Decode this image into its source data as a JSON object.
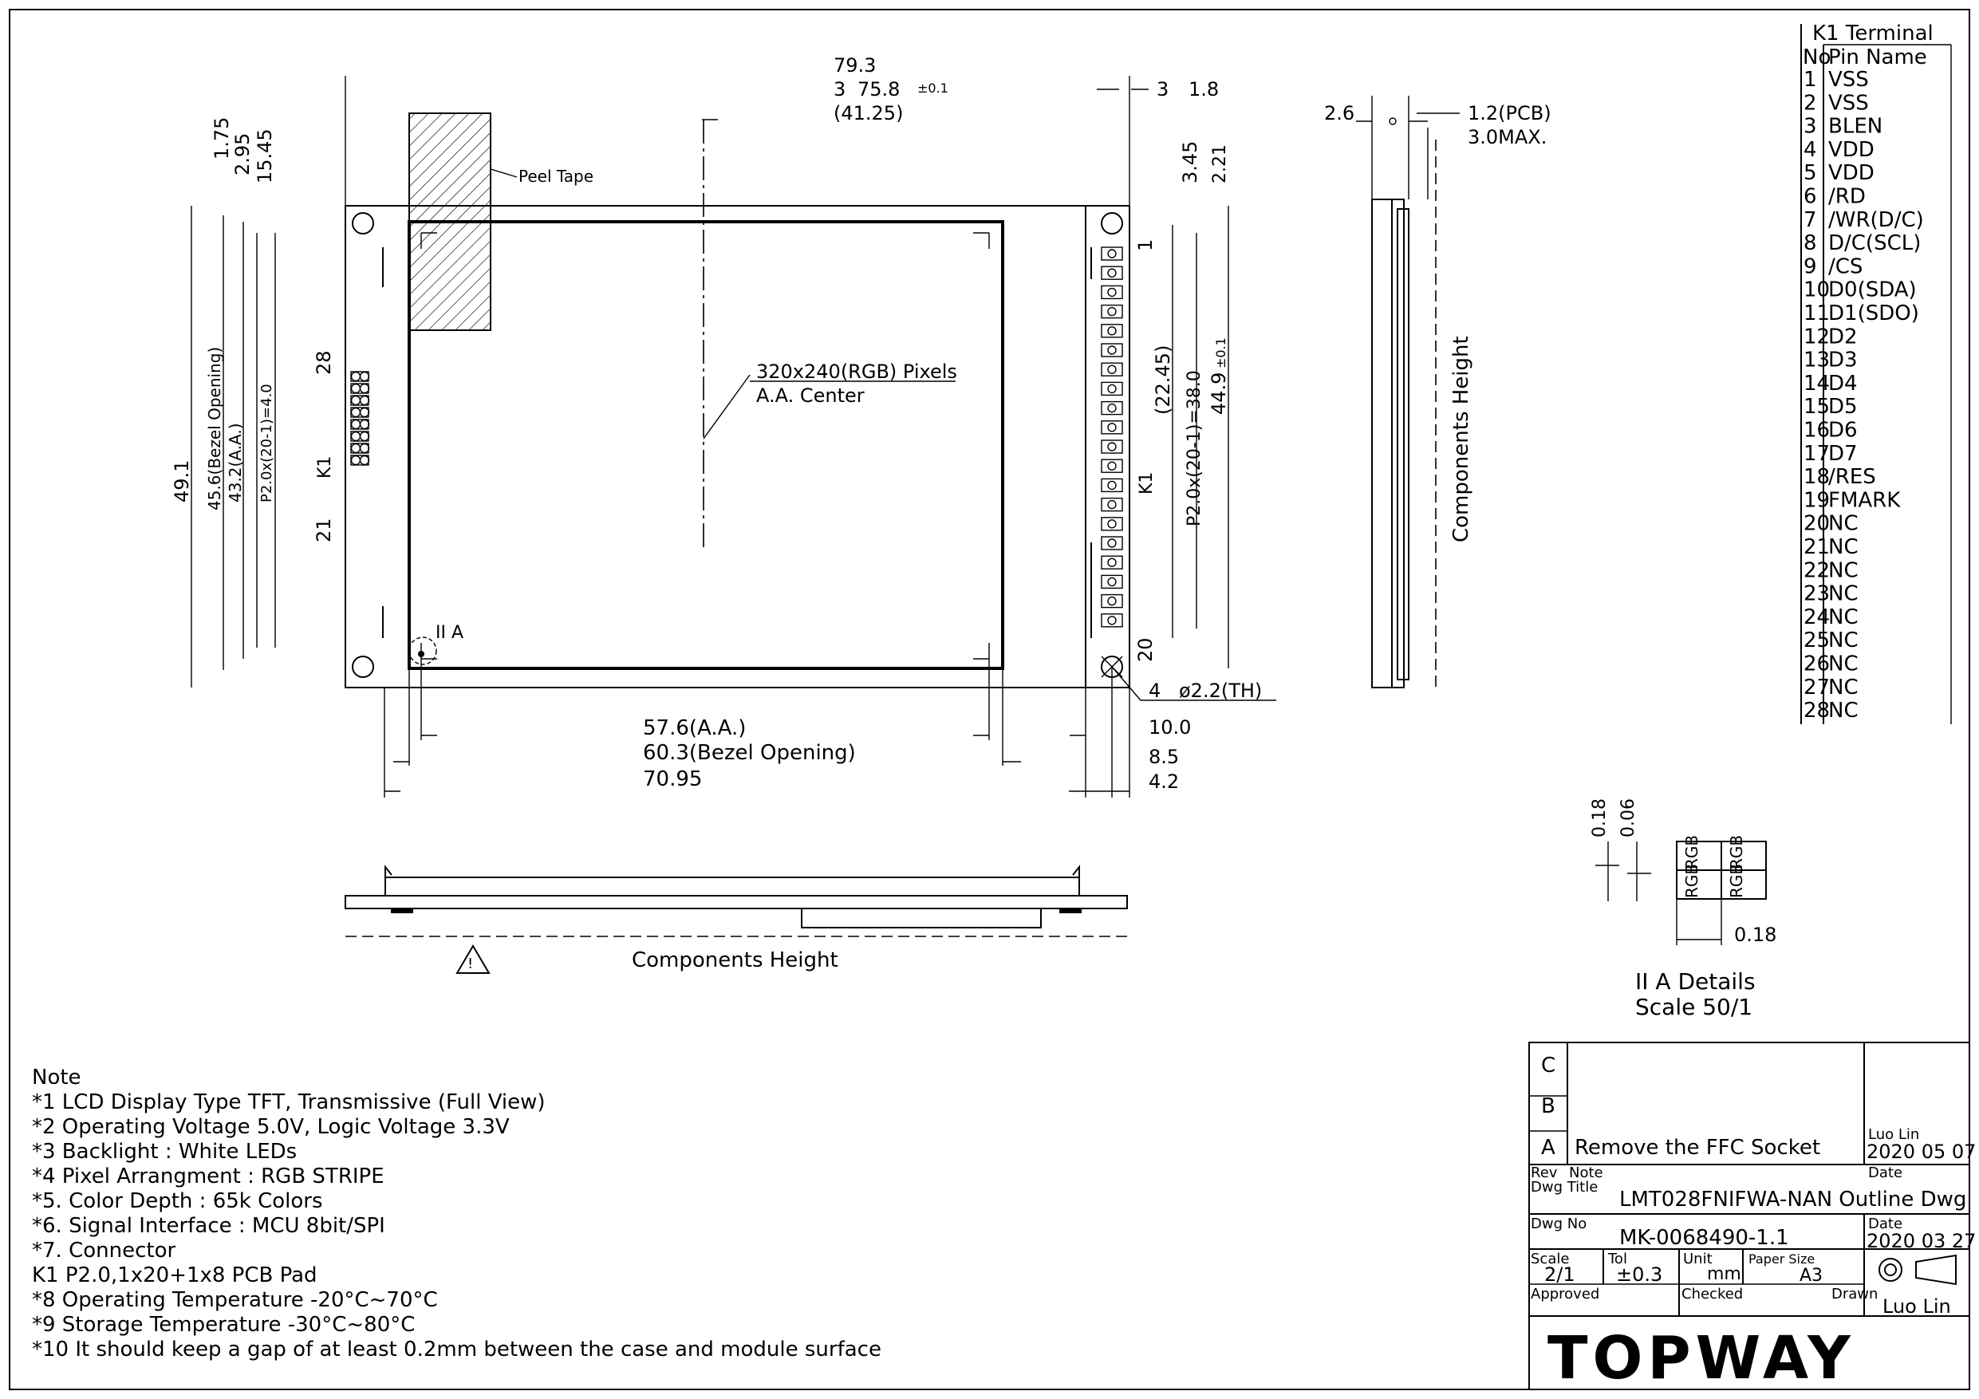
{
  "dims": {
    "d_79_3": "79.3",
    "d_3": "3",
    "d_75_8": "75.8",
    "d_75_8_tol": "±0.1",
    "d_41_25": "(41.25)",
    "d_3_r": "3",
    "d_1_8": "1.8",
    "d_1_75": "1.75",
    "d_2_95": "2.95",
    "d_15_45": "15.45",
    "d_49_1": "49.1",
    "d_45_6": "45.6(Bezel Opening)",
    "d_43_2": "43.2(A.A.)",
    "d_p20": "P2.0x(20-1)=4.0",
    "d_28": "28",
    "d_21": "21",
    "d_k1_left": "K1",
    "d_3_45": "3.45",
    "d_2_21": "2.21",
    "d_22_45": "(22.45)",
    "d_p20r": "P2.0x(20-1)=38.0",
    "d_44_9": "44.9",
    "d_44_9_tol": "±0.1",
    "d_k1_right": "K1",
    "pin1": "1",
    "pin20": "20",
    "d_4_holes": "4",
    "d_holes": "ø2.2(TH)",
    "d_57_6": "57.6(A.A.)",
    "d_60_3": "60.3(Bezel Opening)",
    "d_70_95": "70.95",
    "d_10_0": "10.0",
    "d_8_5": "8.5",
    "d_4_2": "4.2",
    "peel_tape": "Peel Tape",
    "pixels": "320x240(RGB) Pixels",
    "aa_center": "A.A. Center",
    "ii_a": "II A",
    "d_2_6": "2.6",
    "d_1_2": "1.2(PCB)",
    "d_3_0": "3.0MAX.",
    "comp_height_side": "Components Height",
    "comp_height_bottom": "Components Height",
    "d_0_18": "0.18",
    "d_0_06": "0.06",
    "d_0_18b": "0.18",
    "rgb": [
      "RGB",
      "RGB",
      "RGB",
      "RGB"
    ],
    "detail_title": "II A Details",
    "detail_scale": "Scale 50/1"
  },
  "pin_table": {
    "header": "K1 Terminal",
    "col_no": "No",
    "col_name": "Pin Name",
    "rows": [
      {
        "no": "1",
        "name": "VSS"
      },
      {
        "no": "2",
        "name": "VSS"
      },
      {
        "no": "3",
        "name": "BLEN"
      },
      {
        "no": "4",
        "name": "VDD"
      },
      {
        "no": "5",
        "name": "VDD"
      },
      {
        "no": "6",
        "name": "/RD"
      },
      {
        "no": "7",
        "name": "/WR(D/C)"
      },
      {
        "no": "8",
        "name": "D/C(SCL)"
      },
      {
        "no": "9",
        "name": "/CS"
      },
      {
        "no": "10",
        "name": "D0(SDA)"
      },
      {
        "no": "11",
        "name": "D1(SDO)"
      },
      {
        "no": "12",
        "name": "D2"
      },
      {
        "no": "13",
        "name": "D3"
      },
      {
        "no": "14",
        "name": "D4"
      },
      {
        "no": "15",
        "name": "D5"
      },
      {
        "no": "16",
        "name": "D6"
      },
      {
        "no": "17",
        "name": "D7"
      },
      {
        "no": "18",
        "name": "/RES"
      },
      {
        "no": "19",
        "name": "FMARK"
      },
      {
        "no": "20",
        "name": "NC"
      },
      {
        "no": "21",
        "name": "NC"
      },
      {
        "no": "22",
        "name": "NC"
      },
      {
        "no": "23",
        "name": "NC"
      },
      {
        "no": "24",
        "name": "NC"
      },
      {
        "no": "25",
        "name": "NC"
      },
      {
        "no": "26",
        "name": "NC"
      },
      {
        "no": "27",
        "name": "NC"
      },
      {
        "no": "28",
        "name": "NC"
      }
    ]
  },
  "notes": {
    "title": "Note",
    "lines": [
      "*1 LCD Display Type  TFT, Transmissive (Full View)",
      "*2 Operating Voltage  5.0V, Logic Voltage  3.3V",
      "*3 Backlight : White LEDs",
      "*4 Pixel Arrangment : RGB STRIPE",
      "*5. Color Depth : 65k Colors",
      "*6. Signal Interface : MCU 8bit/SPI",
      "*7. Connector",
      "   K1  P2.0,1x20+1x8 PCB Pad",
      "*8 Operating Temperature    -20°C~70°C",
      "*9 Storage Temperature     -30°C~80°C",
      "*10 It should keep a gap of at least 0.2mm between the case and module surface"
    ]
  },
  "title_block": {
    "rev_c": "C",
    "rev_b": "B",
    "rev_a": "A",
    "rev_a_note": "Remove the FFC Socket",
    "rev_a_by": "Luo Lin",
    "rev_a_date": "2020 05 07",
    "lbl_rev": "Rev",
    "lbl_note": "Note",
    "lbl_date": "Date",
    "lbl_dwg_title": "Dwg Title",
    "dwg_title": "LMT028FNIFWA-NAN Outline Dwg",
    "lbl_dwg_no": "Dwg No",
    "dwg_no": "MK-0068490-1.1",
    "lbl_date2": "Date",
    "date2": "2020 03 27",
    "lbl_scale": "Scale",
    "scale": "2/1",
    "lbl_tol": "Tol",
    "tol": "±0.3",
    "lbl_unit": "Unit",
    "unit": "mm",
    "lbl_paper": "Paper Size",
    "paper": "A3",
    "lbl_approved": "Approved",
    "lbl_checked": "Checked",
    "lbl_drawn": "Drawn",
    "drawn": "Luo Lin",
    "brand": "TOPWAY"
  }
}
